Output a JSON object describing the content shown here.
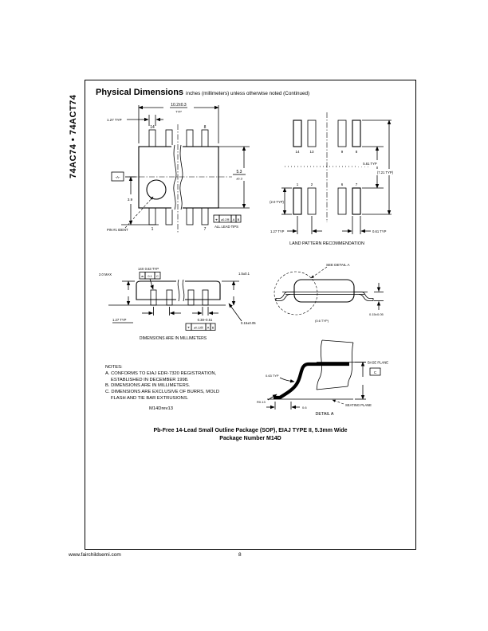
{
  "sidebar": {
    "product": "74AC74 • 74ACT74"
  },
  "header": {
    "title": "Physical Dimensions",
    "subtitle": "inches (millimeters) unless otherwise noted (Continued)"
  },
  "top_view": {
    "dim_length_num": "10.2±0.3",
    "dim_length_den": "TYP",
    "dim_pitch": "1.27 TYP",
    "pin_top_left": "14",
    "pin_top_right": "8",
    "pin_bottom_left": "1",
    "pin_bottom_right": "7",
    "datum_box": "-A-",
    "dim_half_width": "3.9",
    "dim_body_width_num": "5.3",
    "dim_body_width_den": "±0.3",
    "frame": [
      "⌖",
      "⌀0.2Ⓜ",
      "A",
      "B"
    ],
    "frame_note": "ALL LEAD TIPS",
    "pin1_label": "PIN #1 IDENT"
  },
  "land_pattern": {
    "pins_top": [
      "14",
      "13",
      "9",
      "8"
    ],
    "pins_bottom": [
      "1",
      "2",
      "6",
      "7"
    ],
    "dim_inner": "5.61 TYP",
    "dim_outer": "(7.21 TYP)",
    "dim_pad_len": "(2.0 TYP)",
    "dim_pitch": "1.27 TYP",
    "dim_pad_width": "0.61 TYP",
    "caption": "LAND PATTERN RECOMMENDATION"
  },
  "front_view": {
    "dim_height": "2.0 MAX",
    "callout": "14X 0.63 TYP",
    "frame1": [
      "⌓",
      "0.1",
      "C"
    ],
    "dim_body": "1.5±0.1",
    "dim_standoff": "0.15±0.05",
    "dim_pitch": "1.27 TYP",
    "dim_lead_width": "0.38–0.51",
    "frame2": [
      "⌖",
      "⌀0.13Ⓜ",
      "A",
      "B"
    ],
    "caption": "DIMENSIONS ARE IN MILLIMETERS"
  },
  "side_view": {
    "see_detail": "SEE DETAIL A",
    "dim_standoff": "0.15±0.05",
    "dim_foot": "(0.6 TYP)"
  },
  "detail_a": {
    "base_plane": "BASE PLANE",
    "seating_plane": "SEATING PLANE",
    "datum": "C",
    "dim_bend": "0.63 TYP",
    "dim_radius": "R0.13",
    "dim_foot": "0.6",
    "caption": "DETAIL A"
  },
  "notes": {
    "heading": "NOTES:",
    "a1": "A. CONFORMS TO EIAJ EDR-7320 REGISTRATION,",
    "a2": "ESTABLISHED IN DECEMBER 1998.",
    "b": "B. DIMENSIONS ARE IN MILLIMETERS.",
    "c1": "C. DIMENSIONS ARE EXCLUSIVE OF BURRS, MOLD",
    "c2": "FLASH AND TIE BAR EXTRUSIONS.",
    "rev": "M14Drev13"
  },
  "caption": {
    "line1": "Pb-Free 14-Lead Small Outline Package (SOP), EIAJ TYPE II, 5.3mm Wide",
    "line2": "Package Number M14D"
  },
  "footer": {
    "url": "www.fairchildsemi.com",
    "page": "8"
  }
}
